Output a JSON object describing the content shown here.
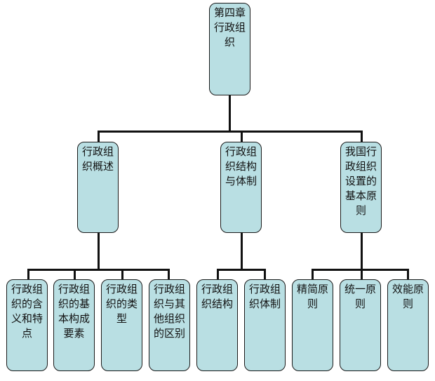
{
  "root": {
    "label": "第四章行政组织"
  },
  "branches": [
    {
      "label": "行政组织概述",
      "children": [
        {
          "label": "行政组织的含义和特点"
        },
        {
          "label": "行政组织的基本构成要素"
        },
        {
          "label": "行政组织的类型"
        },
        {
          "label": "行政组织与其他组织的区别"
        }
      ]
    },
    {
      "label": "行政组织结构与体制",
      "children": [
        {
          "label": "行政组织结构"
        },
        {
          "label": "行政组织体制"
        }
      ]
    },
    {
      "label": "我国行政组织设置的基本原则",
      "children": [
        {
          "label": "精简原则"
        },
        {
          "label": "统一原则"
        },
        {
          "label": "效能原则"
        }
      ]
    }
  ],
  "colors": {
    "node_fill": "#b9dfe3",
    "node_border": "#1a1a1a",
    "connector": "#111111"
  }
}
